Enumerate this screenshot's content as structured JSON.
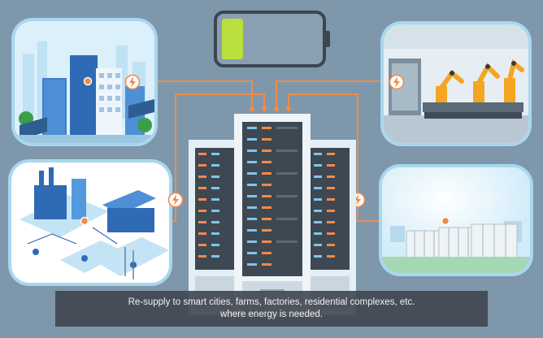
{
  "caption": {
    "line1": "Re-supply to smart cities, farms, factories, residential complexes, etc.",
    "line2": "where energy is needed."
  },
  "battery": {
    "level": 0.22,
    "fill_color": "#b9e03c"
  },
  "colors": {
    "background": "#7e97aa",
    "connector": "#f28a4a",
    "card_border": "#a9d7ef",
    "server_body": "#e8f1f7",
    "led_orange": "#f28a4a",
    "led_blue": "#7fc6ea"
  },
  "scenes": [
    {
      "id": "smart-city",
      "icon": "lightning-icon"
    },
    {
      "id": "factory",
      "icon": "lightning-icon"
    },
    {
      "id": "industrial-complex",
      "icon": "lightning-icon"
    },
    {
      "id": "energy-storage-farm",
      "icon": "lightning-icon"
    }
  ]
}
